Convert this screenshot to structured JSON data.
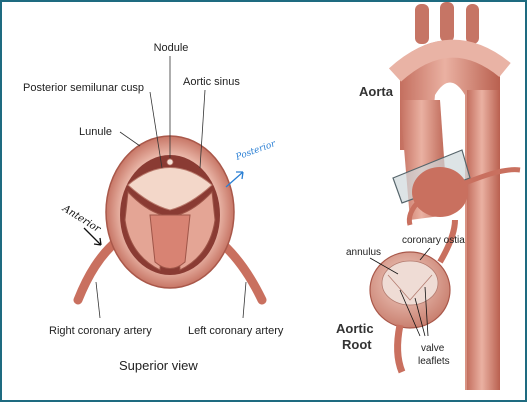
{
  "left_panel": {
    "labels": {
      "nodule": "Nodule",
      "posterior_cusp": "Posterior semilunar cusp",
      "aortic_sinus": "Aortic sinus",
      "lunule": "Lunule",
      "right_coronary": "Right coronary artery",
      "left_coronary": "Left coronary artery",
      "view_caption": "Superior view"
    },
    "handwritten": {
      "anterior": "Anterior",
      "posterior": "Posterior"
    }
  },
  "right_panel": {
    "labels": {
      "aorta": "Aorta",
      "coronary_ostia": "coronary ostia",
      "annulus": "annulus",
      "aortic_root_line1": "Aortic",
      "aortic_root_line2": "Root",
      "valve_line1": "valve",
      "valve_line2": "leaflets"
    }
  },
  "colors": {
    "frame": "#1e6b80",
    "tissue": "#d98b7c",
    "tissue_dark": "#b5584a",
    "annotation_black": "#111111",
    "annotation_blue": "#2a7fd4"
  }
}
